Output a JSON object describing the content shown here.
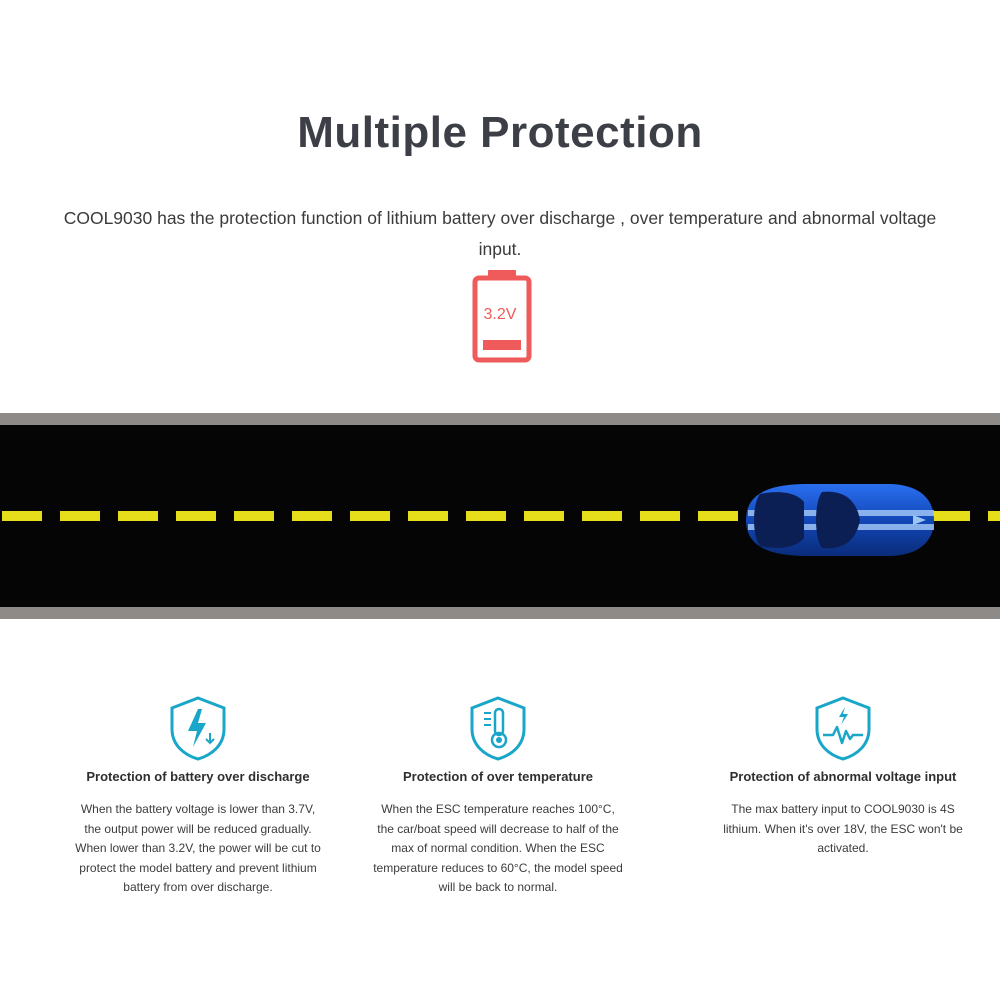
{
  "header": {
    "title": "Multiple Protection",
    "subtitle": "COOL9030 has the protection function of lithium battery over discharge , over temperature and abnormal voltage input."
  },
  "battery": {
    "icon": "battery-low-icon",
    "label": "3.2V",
    "color": "#ef5a5a"
  },
  "road": {
    "lane_color": "#e6de1a",
    "car_icon": "blue-sports-car"
  },
  "features": [
    {
      "icon": "shield-lightning-icon",
      "title": "Protection of battery over discharge",
      "text": "When the battery voltage is lower than 3.7V, the output power will be reduced gradually. When lower than 3.2V, the power will be cut to protect the model battery and prevent lithium battery from over discharge."
    },
    {
      "icon": "shield-thermometer-icon",
      "title": "Protection of over temperature",
      "text": "When the ESC temperature reaches 100°C, the car/boat speed will decrease to half of the max of normal condition. When the ESC temperature reduces to 60°C,    the model speed will be back to normal."
    },
    {
      "icon": "shield-voltage-wave-icon",
      "title": "Protection of abnormal voltage input",
      "text": "The max battery input to COOL9030 is 4S lithium. When it's over 18V, the ESC won't be activated."
    }
  ],
  "accent_color": "#1aa6c8"
}
